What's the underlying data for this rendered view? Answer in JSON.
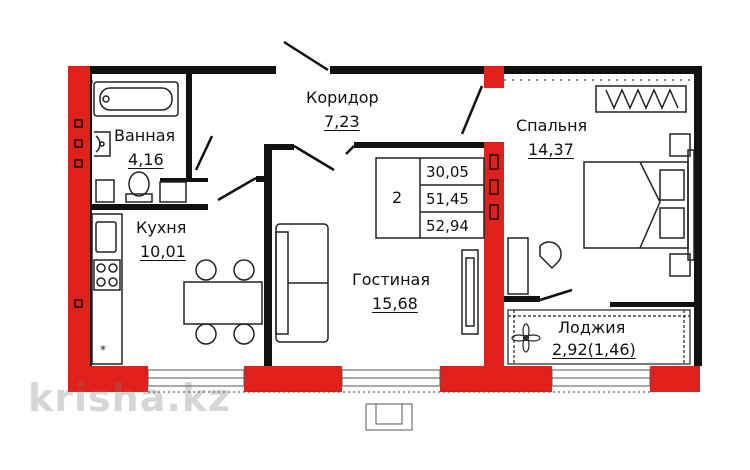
{
  "rooms": {
    "corridor": {
      "name": "Коридор",
      "area": "7,23"
    },
    "bathroom": {
      "name": "Ванная",
      "area": "4,16"
    },
    "bedroom": {
      "name": "Спальня",
      "area": "14,37"
    },
    "kitchen": {
      "name": "Кухня",
      "area": "10,01"
    },
    "living": {
      "name": "Гостиная",
      "area": "15,68"
    },
    "loggia": {
      "name": "Лоджия",
      "area": "2,92(1,46)"
    }
  },
  "summary": {
    "rooms_count": "2",
    "living_area": "30,05",
    "total_area": "51,45",
    "total_area_with_loggia": "52,94"
  },
  "watermark": "krisha.kz",
  "colors": {
    "wall": "#111111",
    "accent": "#e0201b",
    "fixture": "#222222"
  }
}
